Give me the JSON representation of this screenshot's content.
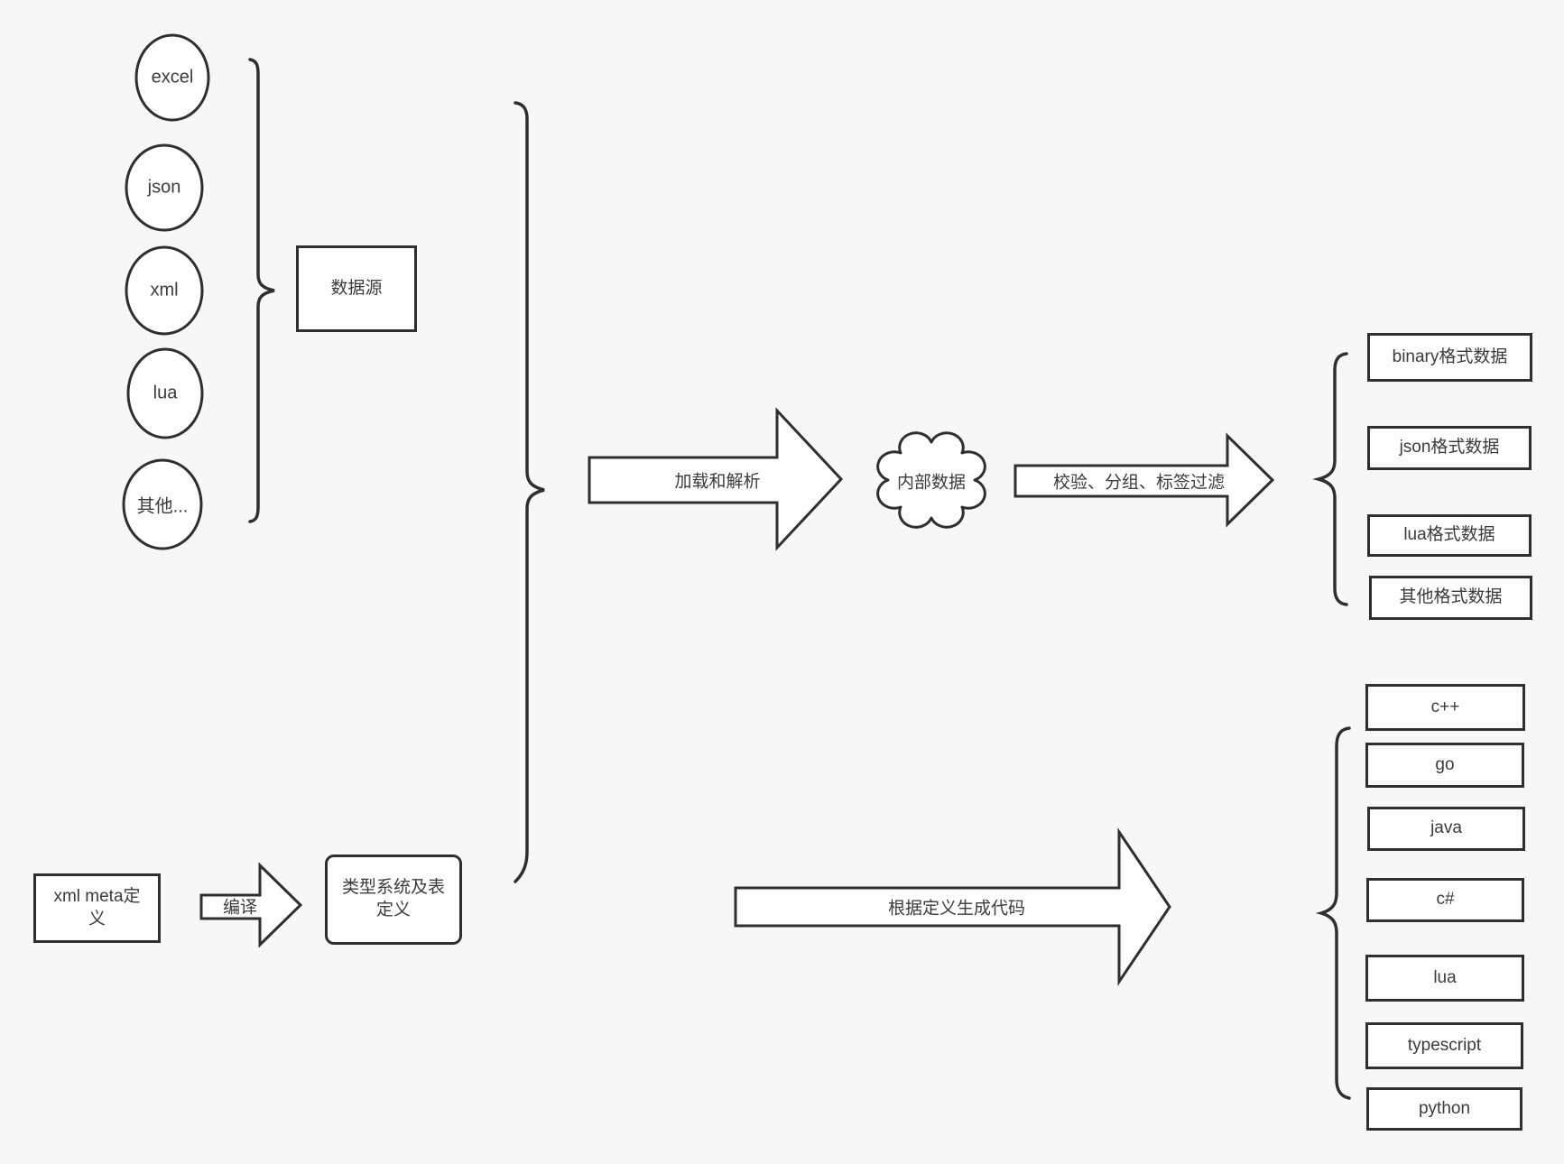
{
  "diagram": {
    "colors": {
      "background": "#f7f7f7",
      "stroke": "#2f2f2f",
      "shape_fill": "#fdfdfd",
      "text": "#3c3c3c"
    },
    "sources": {
      "items": [
        "excel",
        "json",
        "xml",
        "lua",
        "其他..."
      ],
      "group_label": "数据源"
    },
    "flow": {
      "load_arrow_label": "加载和解析",
      "internal_data_label": "内部数据",
      "filter_arrow_label": "校验、分组、标签过滤",
      "outputs": [
        "binary格式数据",
        "json格式数据",
        "lua格式数据",
        "其他格式数据"
      ]
    },
    "meta": {
      "xml_meta_label": "xml meta定义",
      "compile_arrow_label": "编译",
      "type_system_label": "类型系统及表定义",
      "codegen_arrow_label": "根据定义生成代码",
      "languages": [
        "c++",
        "go",
        "java",
        "c#",
        "lua",
        "typescript",
        "python"
      ]
    }
  }
}
